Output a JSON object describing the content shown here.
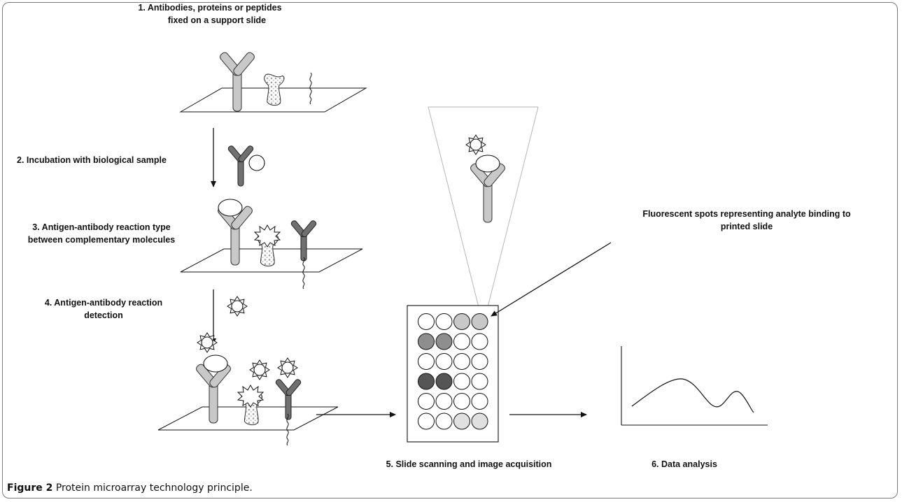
{
  "steps": {
    "step1_line1": "1. Antibodies, proteins or peptides",
    "step1_line2": "fixed on a support slide",
    "step2": "2. Incubation with biological sample",
    "step3_line1": "3. Antigen-antibody reaction type",
    "step3_line2": "between complementary molecules",
    "step4_line1": "4. Antigen-antibody reaction",
    "step4_line2": "detection",
    "step5": "5. Slide scanning and image acquisition",
    "step6": "6. Data analysis"
  },
  "annotation": {
    "line1": "Fluorescent spots representing analyte binding to",
    "line2": "printed slide"
  },
  "caption": {
    "prefix": "Figure 2",
    "text": "Protein microarray technology principle."
  },
  "array_spots": [
    [
      "white",
      "white",
      "light",
      "light"
    ],
    [
      "mid",
      "mid",
      "white",
      "white"
    ],
    [
      "white",
      "white",
      "white",
      "white"
    ],
    [
      "dark",
      "dark",
      "white",
      "white"
    ],
    [
      "white",
      "white",
      "white",
      "white"
    ],
    [
      "white",
      "white",
      "pale",
      "pale"
    ]
  ],
  "colors": {
    "white": "#ffffff",
    "light": "#c8c8c8",
    "mid": "#8e8e8e",
    "dark": "#555555",
    "pale": "#e0e0e0",
    "antibody_light": "#c8c8c8",
    "antibody_dark": "#707070"
  }
}
